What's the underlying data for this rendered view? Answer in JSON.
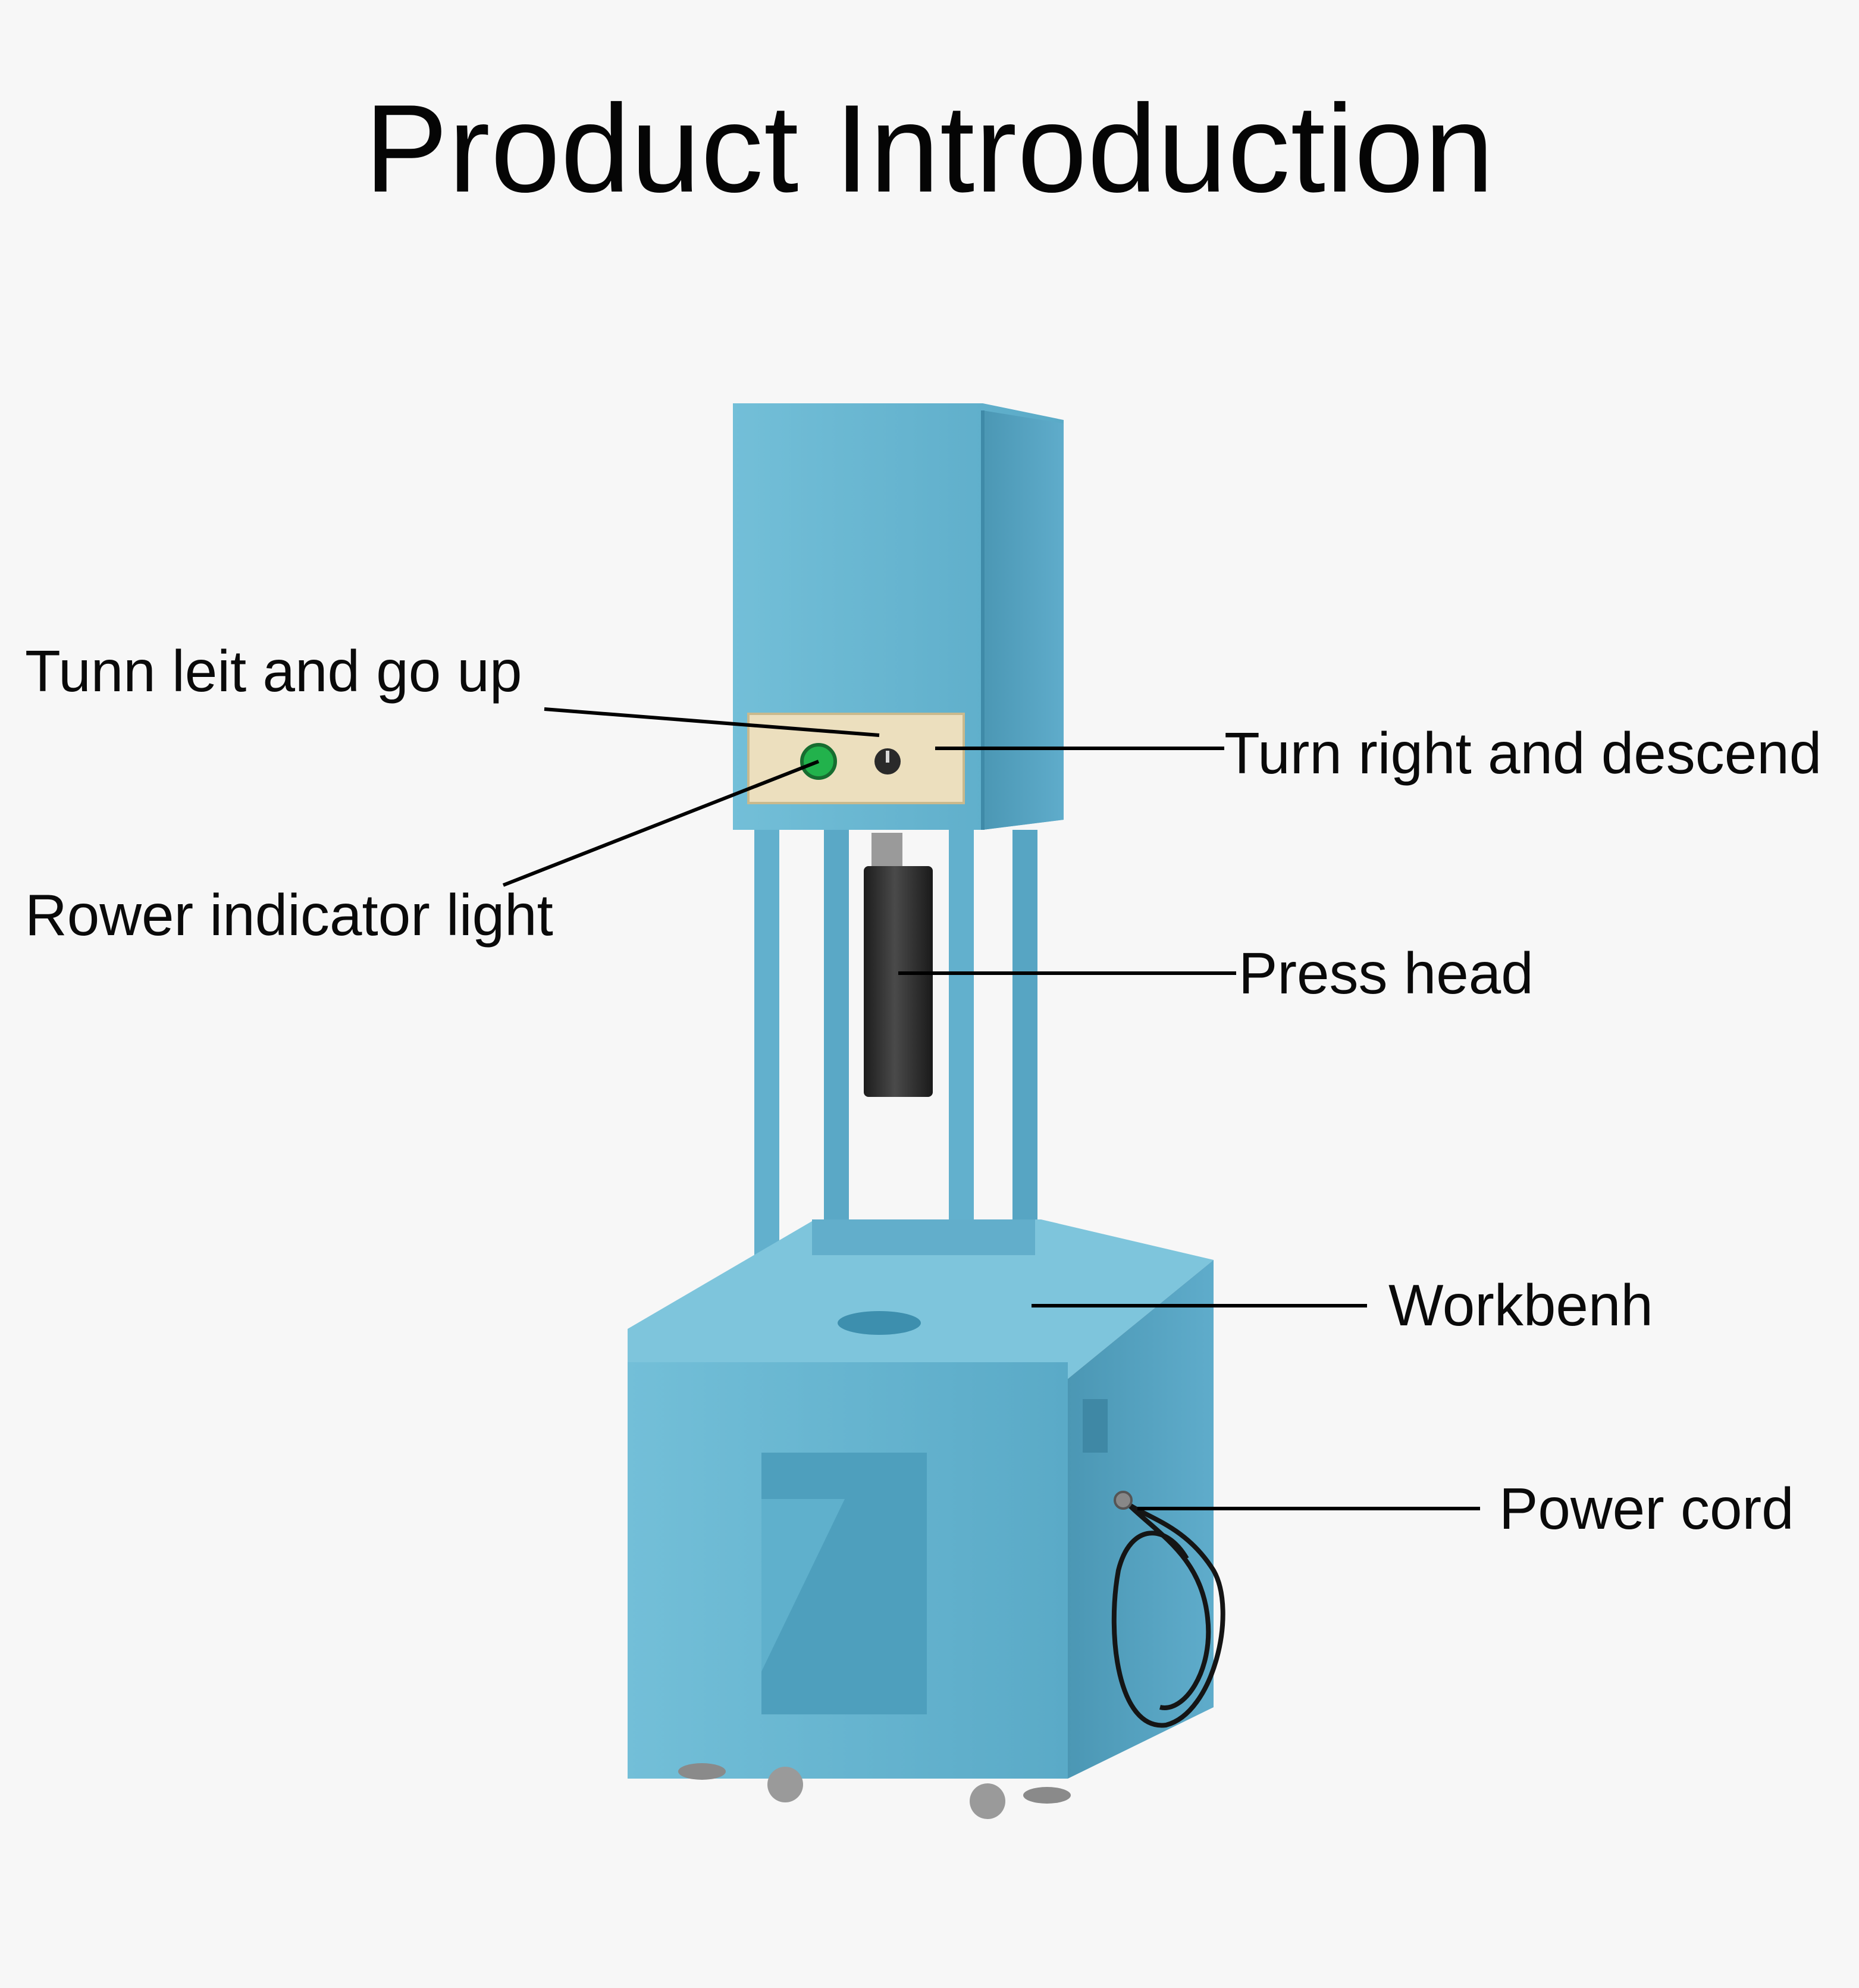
{
  "page": {
    "title": "Product Introduction"
  },
  "machine": {
    "body_color": "#6bb8d2",
    "body_shade": "#4f9fbc",
    "panel_color": "#ecdfbe",
    "indicator_color": "#22b24c",
    "press_head_color": "#2e2e2e"
  },
  "callouts": [
    {
      "key": "tunn_left",
      "text": "Tunn leit and go up"
    },
    {
      "key": "turn_right",
      "text": "Turn right and descend"
    },
    {
      "key": "power_light",
      "text": "Rower indicator light"
    },
    {
      "key": "press_head",
      "text": "Press head"
    },
    {
      "key": "workbench",
      "text": "Workbenh"
    },
    {
      "key": "power_cord",
      "text": "Power cord"
    }
  ]
}
